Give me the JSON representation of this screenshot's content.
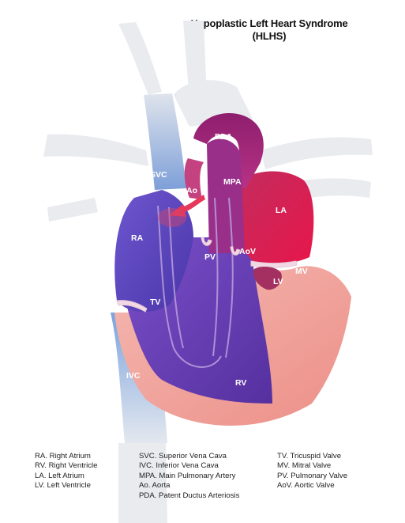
{
  "title": {
    "line1": "Hypoplastic Left Heart Syndrome",
    "line2": "(HLHS)"
  },
  "labels": {
    "pda": "PDA",
    "svc": "SVC",
    "ao": "Ao",
    "mpa": "MPA",
    "la": "LA",
    "ra": "RA",
    "pv": "PV",
    "aov": "AoV",
    "mv": "MV",
    "lv": "LV",
    "tv": "TV",
    "ivc": "IVC",
    "rv": "RV"
  },
  "legend": {
    "col1": [
      "RA. Right Atrium",
      "RV. Right Ventricle",
      "LA. Left Atrium",
      "LV. Left Ventricle"
    ],
    "col2": [
      "SVC. Superior Vena Cava",
      "IVC. Inferior Vena Cava",
      "MPA. Main Pulmonary Artery",
      "Ao. Aorta",
      "PDA. Patent Ductus Arteriosis"
    ],
    "col3": [
      "TV. Tricuspid Valve",
      "MV. Mitral Valve",
      "PV. Pulmonary Valve",
      "AoV. Aortic Valve"
    ]
  },
  "colors": {
    "deoxygenated": "#5b3fb8",
    "oxygenated": "#e0244e",
    "mixed": "#a02a82",
    "vessel_ghost": "#e8eaee",
    "muscle": "#f0a39c"
  }
}
